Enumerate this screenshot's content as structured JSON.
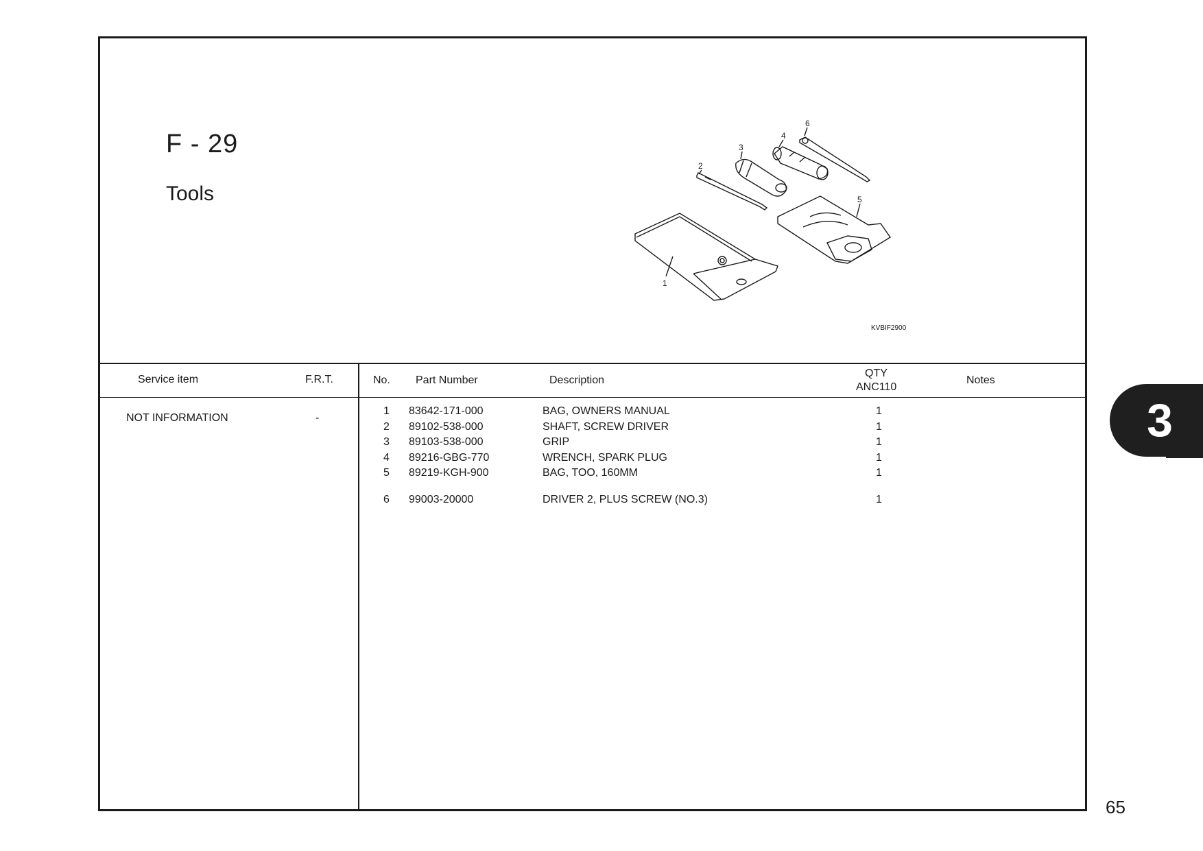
{
  "figure": {
    "code": "F - 29",
    "name": "Tools",
    "illustration_code": "KVBIF2900"
  },
  "illustration": {
    "callouts": [
      "1",
      "2",
      "3",
      "4",
      "5",
      "6"
    ]
  },
  "table": {
    "headers": {
      "service_item": "Service item",
      "frt": "F.R.T.",
      "no": "No.",
      "part_number": "Part Number",
      "description": "Description",
      "qty": "QTY",
      "qty_model": "ANC110",
      "notes": "Notes"
    },
    "service": {
      "item": "NOT INFORMATION",
      "frt": "-"
    },
    "parts": [
      {
        "no": "1",
        "part_number": "83642-171-000",
        "description": "BAG, OWNERS MANUAL",
        "qty": "1"
      },
      {
        "no": "2",
        "part_number": "89102-538-000",
        "description": "SHAFT, SCREW DRIVER",
        "qty": "1"
      },
      {
        "no": "3",
        "part_number": "89103-538-000",
        "description": "GRIP",
        "qty": "1"
      },
      {
        "no": "4",
        "part_number": "89216-GBG-770",
        "description": "WRENCH, SPARK PLUG",
        "qty": "1"
      },
      {
        "no": "5",
        "part_number": "89219-KGH-900",
        "description": "BAG, TOO, 160MM",
        "qty": "1"
      },
      {
        "no": "6",
        "part_number": "99003-20000",
        "description": "DRIVER 2, PLUS SCREW (NO.3)",
        "qty": "1"
      }
    ]
  },
  "section_tab": "3",
  "page_number": "65"
}
